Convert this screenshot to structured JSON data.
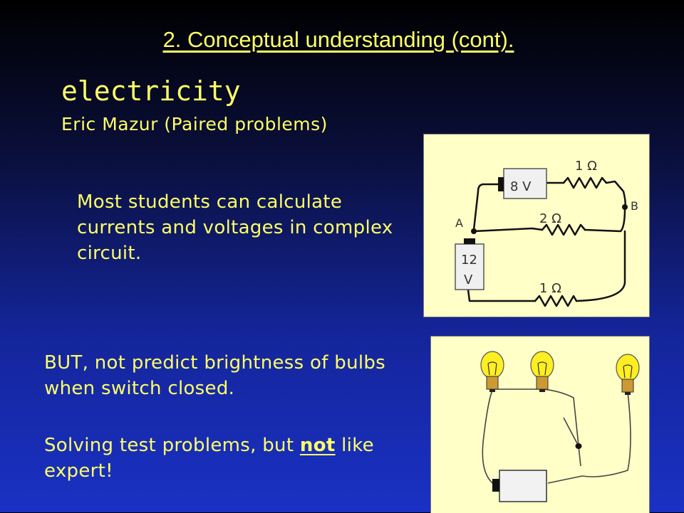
{
  "slide": {
    "title": "2. Conceptual understanding (cont).",
    "subject": "electricity",
    "author": "Eric Mazur  (Paired problems)",
    "paragraph1": "Most students can calculate currents and voltages in complex circuit.",
    "paragraph2": "BUT, not predict brightness of bulbs when switch closed.",
    "paragraph3_pre": "Solving test problems, but ",
    "paragraph3_emph": "not",
    "paragraph3_post": " like expert!"
  },
  "circuit": {
    "battery_top": "8 V",
    "battery_left_line1": "12",
    "battery_left_line2": "V",
    "r_top": "1 Ω",
    "r_mid": "2 Ω",
    "r_bottom": "1 Ω",
    "node_a": "A",
    "node_b": "B"
  },
  "colors": {
    "text": "#ffff66",
    "panel": "#ffffc8",
    "bulb": "#ffee22"
  }
}
